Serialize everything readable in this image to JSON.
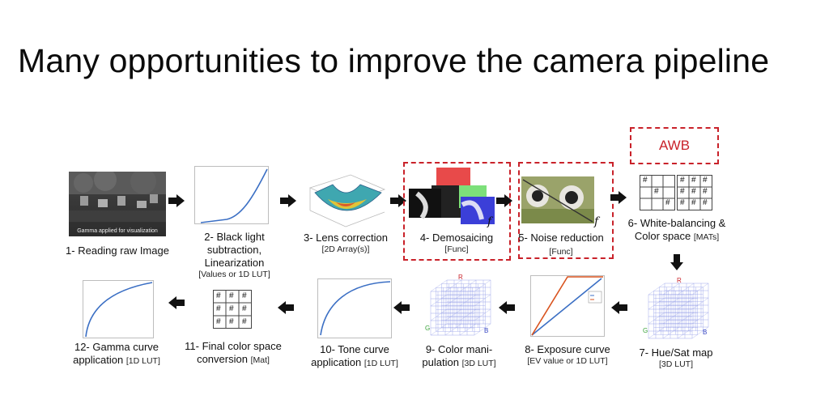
{
  "slide": {
    "title": "Many opportunities to improve the camera pipeline"
  },
  "awb": {
    "label": "AWB"
  },
  "stages": [
    {
      "id": 1,
      "label_lines": [
        "1- Reading raw Image"
      ],
      "sub": "",
      "thumb_caption": "Gamma applied for visualization"
    },
    {
      "id": 2,
      "label_lines": [
        "2- Black light subtraction,",
        "Linearization"
      ],
      "sub": "[Values or 1D LUT]"
    },
    {
      "id": 3,
      "label_lines": [
        "3- Lens correction"
      ],
      "sub": "[2D Array(s)]"
    },
    {
      "id": 4,
      "label_lines": [
        "4- Demosaicing"
      ],
      "sub": "[Func]",
      "func_symbol": "f"
    },
    {
      "id": 5,
      "label_lines": [
        "5- Noise reduction"
      ],
      "sub": "[Func]",
      "func_symbol": "f"
    },
    {
      "id": 6,
      "label_lines": [
        "6- White-balancing &",
        "Color space"
      ],
      "sub": "[MATs]",
      "matrix_symbol": "#"
    },
    {
      "id": 7,
      "label_lines": [
        "7- Hue/Sat map"
      ],
      "sub": "[3D LUT]",
      "axis_labels": [
        "R",
        "G",
        "B"
      ]
    },
    {
      "id": 8,
      "label_lines": [
        "8- Exposure curve"
      ],
      "sub": "[EV value or 1D LUT]"
    },
    {
      "id": 9,
      "label_lines": [
        "9- Color mani-",
        "pulation"
      ],
      "sub": "[3D LUT]",
      "axis_labels": [
        "R",
        "G",
        "B"
      ]
    },
    {
      "id": 10,
      "label_lines": [
        "10- Tone curve",
        "application"
      ],
      "sub": "[1D LUT]"
    },
    {
      "id": 11,
      "label_lines": [
        "11- Final color space",
        "conversion"
      ],
      "sub": "[Mat]",
      "matrix_symbol": "#"
    },
    {
      "id": 12,
      "label_lines": [
        "12- Gamma curve",
        "application"
      ],
      "sub": "[1D LUT]"
    }
  ],
  "colors": {
    "accent_red": "#c9222a",
    "curve_blue": "#3b6fc4",
    "curve_orange": "#d9531e",
    "lut_blue": "#8a96e6"
  }
}
